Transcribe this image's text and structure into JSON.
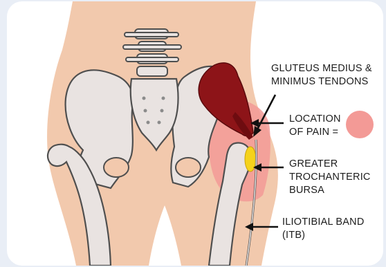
{
  "labels": {
    "gluteus": "GLUTEUS MEDIUS &\nMINIMUS TENDONS",
    "pain": "LOCATION\nOF PAIN =",
    "bursa": "GREATER\nTROCHANTERIC\nBURSA",
    "itb": "ILIOTIBIAL BAND\n(ITB)"
  },
  "colors": {
    "skin": "#f2c9ad",
    "bone": "#e9e3e1",
    "bone_outline": "#4f4f4f",
    "muscle": "#8d1418",
    "pain": "#f39a96",
    "bursa": "#f5d21b"
  }
}
